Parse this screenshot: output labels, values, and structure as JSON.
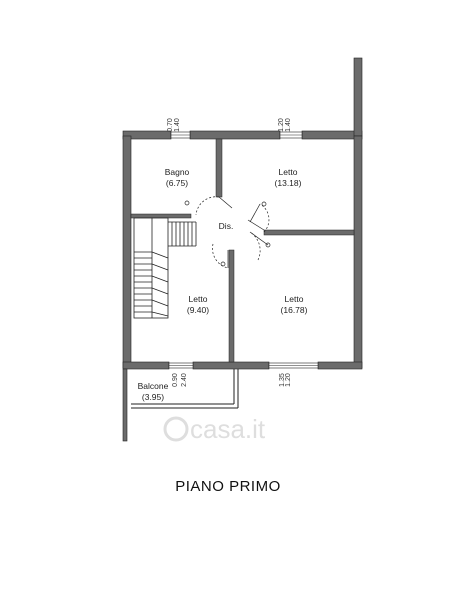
{
  "plan_title": "PIANO PRIMO",
  "watermark": "casa.it",
  "rooms": [
    {
      "name": "Bagno",
      "area": "(6.75)"
    },
    {
      "name": "Letto",
      "area": "(13.18)"
    },
    {
      "name": "Dis.",
      "area": ""
    },
    {
      "name": "Letto",
      "area": "(9.40)"
    },
    {
      "name": "Letto",
      "area": "(16.78)"
    },
    {
      "name": "Balcone",
      "area": "(3.95)"
    }
  ],
  "window_dims": [
    {
      "top": "0.70",
      "bottom": "1.40"
    },
    {
      "top": "1.20",
      "bottom": "1.40"
    },
    {
      "top": "0.90",
      "bottom": "2.40"
    },
    {
      "top": "1.20",
      "bottom": "1.35"
    }
  ],
  "colors": {
    "wall": "#6b6b6b",
    "line": "#222222",
    "watermark": "#d9d9d9"
  }
}
